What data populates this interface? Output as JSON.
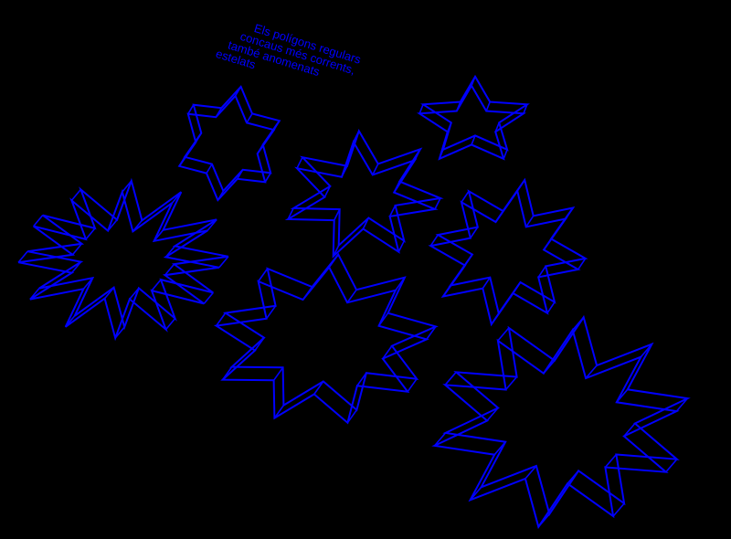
{
  "caption": {
    "lines": [
      "Els polígons regulars",
      "concaus més corrents,",
      "també anomenats",
      "estelats"
    ]
  },
  "colors": {
    "background": "#000000",
    "stroke": "#0000ff",
    "text": "#0000ff"
  },
  "stars": [
    {
      "name": "star-6-point",
      "points": 6
    },
    {
      "name": "star-5-point",
      "points": 5
    },
    {
      "name": "star-7-point",
      "points": 7
    },
    {
      "name": "star-8-point",
      "points": 8
    },
    {
      "name": "star-12-point",
      "points": 12
    },
    {
      "name": "star-9-point",
      "points": 9
    },
    {
      "name": "star-10-point",
      "points": 10
    }
  ]
}
